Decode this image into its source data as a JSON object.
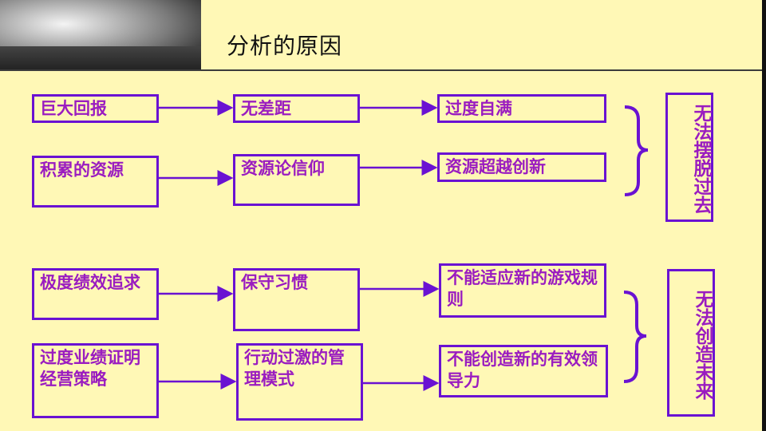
{
  "title": "分析的原因",
  "colors": {
    "background": "#fff8b6",
    "border": "#6a12d2",
    "text": "#9a1cc0"
  },
  "group1": {
    "row1": [
      "巨大回报",
      "无差距",
      "过度自满"
    ],
    "row2": [
      "积累的资源",
      "资源论信仰",
      "资源超越创新"
    ],
    "result": "无法摆脱过去"
  },
  "group2": {
    "row1": [
      "极度绩效追求",
      "保守习惯",
      "不能适应新的游戏规则"
    ],
    "row2": [
      "过度业绩证明经营策略",
      "行动过激的管理模式",
      "不能创造新的有效领导力"
    ],
    "result": "无法创造未来"
  }
}
